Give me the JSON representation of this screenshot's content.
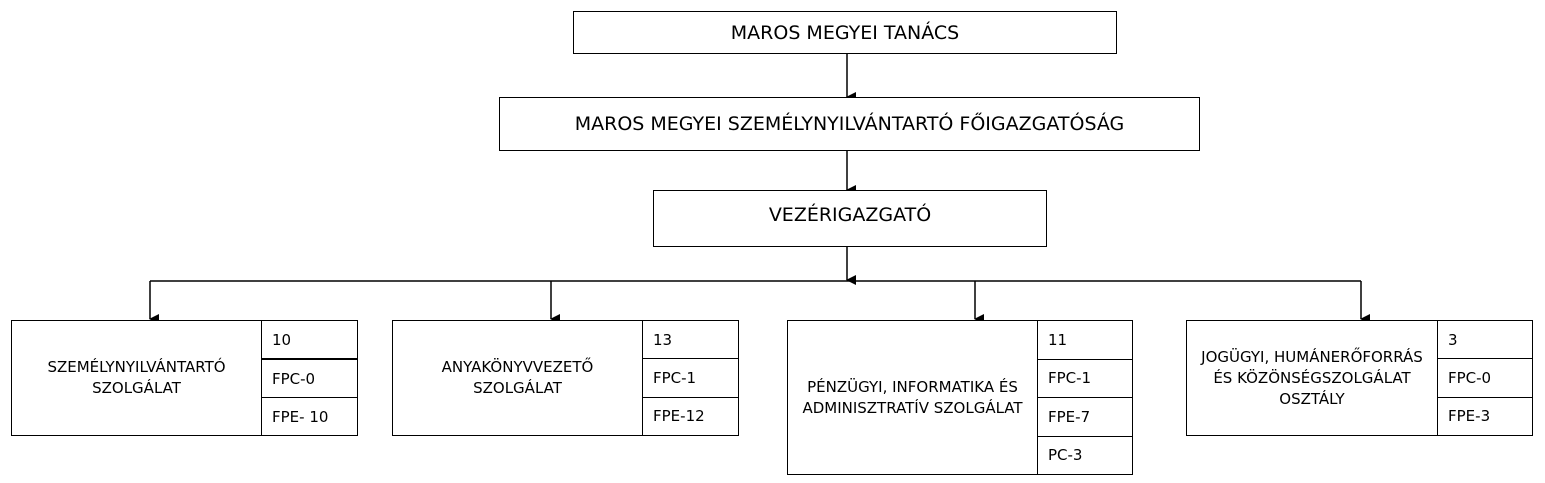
{
  "levels": {
    "council": "MAROS MEGYEI TANÁCS",
    "directorate": "MAROS MEGYEI SZEMÉLYNYILVÁNTARTÓ FŐIGAZGATÓSÁG",
    "director": "VEZÉRIGAZGATÓ"
  },
  "units": [
    {
      "name": "SZEMÉLYNYILVÁNTARTÓ SZOLGÁLAT",
      "stats": [
        "10",
        "FPC-0",
        "FPE- 10"
      ]
    },
    {
      "name": "ANYAKÖNYVVEZETŐ SZOLGÁLAT",
      "stats": [
        "13",
        "FPC-1",
        "FPE-12"
      ]
    },
    {
      "name": "PÉNZÜGYI, INFORMATIKA ÉS ADMINISZTRATÍV SZOLGÁLAT",
      "stats": [
        "11",
        "FPC-1",
        "FPE-7",
        "PC-3"
      ]
    },
    {
      "name": "JOGÜGYI, HUMÁNERŐFORRÁS ÉS KÖZÖNSÉGSZOLGÁLAT OSZTÁLY",
      "stats": [
        "3",
        "FPC-0",
        "FPE-3"
      ]
    }
  ]
}
